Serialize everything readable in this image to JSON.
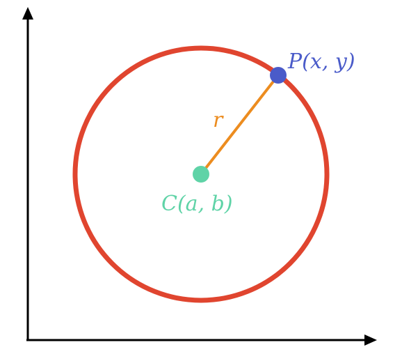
{
  "labels": {
    "point": "P(x, y)",
    "center": "C(a, b)",
    "radius": "r"
  },
  "colors": {
    "axes": "#000000",
    "circle": "#e0452f",
    "radius_line": "#ec8c1f",
    "point": "#4a5bc9",
    "center": "#5fd3a7"
  }
}
